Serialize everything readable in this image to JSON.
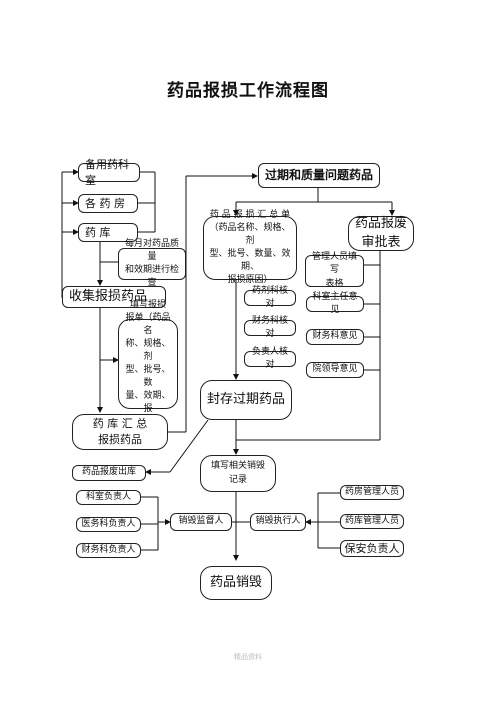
{
  "title": "药品报损工作流程图",
  "nodes": {
    "beiyong": "备用药科室",
    "geyaofang": "各 药 房",
    "yaoku": "药    库",
    "jiancha": "每月对药品质量\n和效期进行检查",
    "shouji": "收集报损药品",
    "tianxie": "填写报损\n报单（药品名\n称、规格、剂\n型、批号、数\n量、效期、报\n损原因）",
    "yaokuhuizong": "药 库 汇 总\n报损药品",
    "baosunchuku": "药品报废出库",
    "guoqi": "过期和质量问题药品",
    "huizongdan": "药 品 报 损 汇 总 单\n（药品名称、规格、剂\n型、批号、数量、效期、\n报损原因）",
    "yaojike": "药剂科核对",
    "caiwuke": "财务科核对",
    "fuzeren": "负责人核对",
    "fengcun": "封存过期药品",
    "baofei": "药品报废\n审批表",
    "guanliyuan": "管理人员填写\n表格",
    "kezhuren": "科室主任意见",
    "caiwuyijian": "财务科意见",
    "yuanlingdao": "院领导意见",
    "xiaohuijilu": "填写相关销毁\n记录",
    "keshifuzeren": "科室负责人",
    "yiwuke": "医务科负责人",
    "caiwufuzeren": "财务科负责人",
    "jiandu": "销毁监督人",
    "zhixing": "销毁执行人",
    "yaofangguanli": "药房管理人员",
    "yaokuguanli": "药库管理人员",
    "baoan": "保安负责人",
    "xiaohui": "药品销毁"
  },
  "footer": "精品资料"
}
